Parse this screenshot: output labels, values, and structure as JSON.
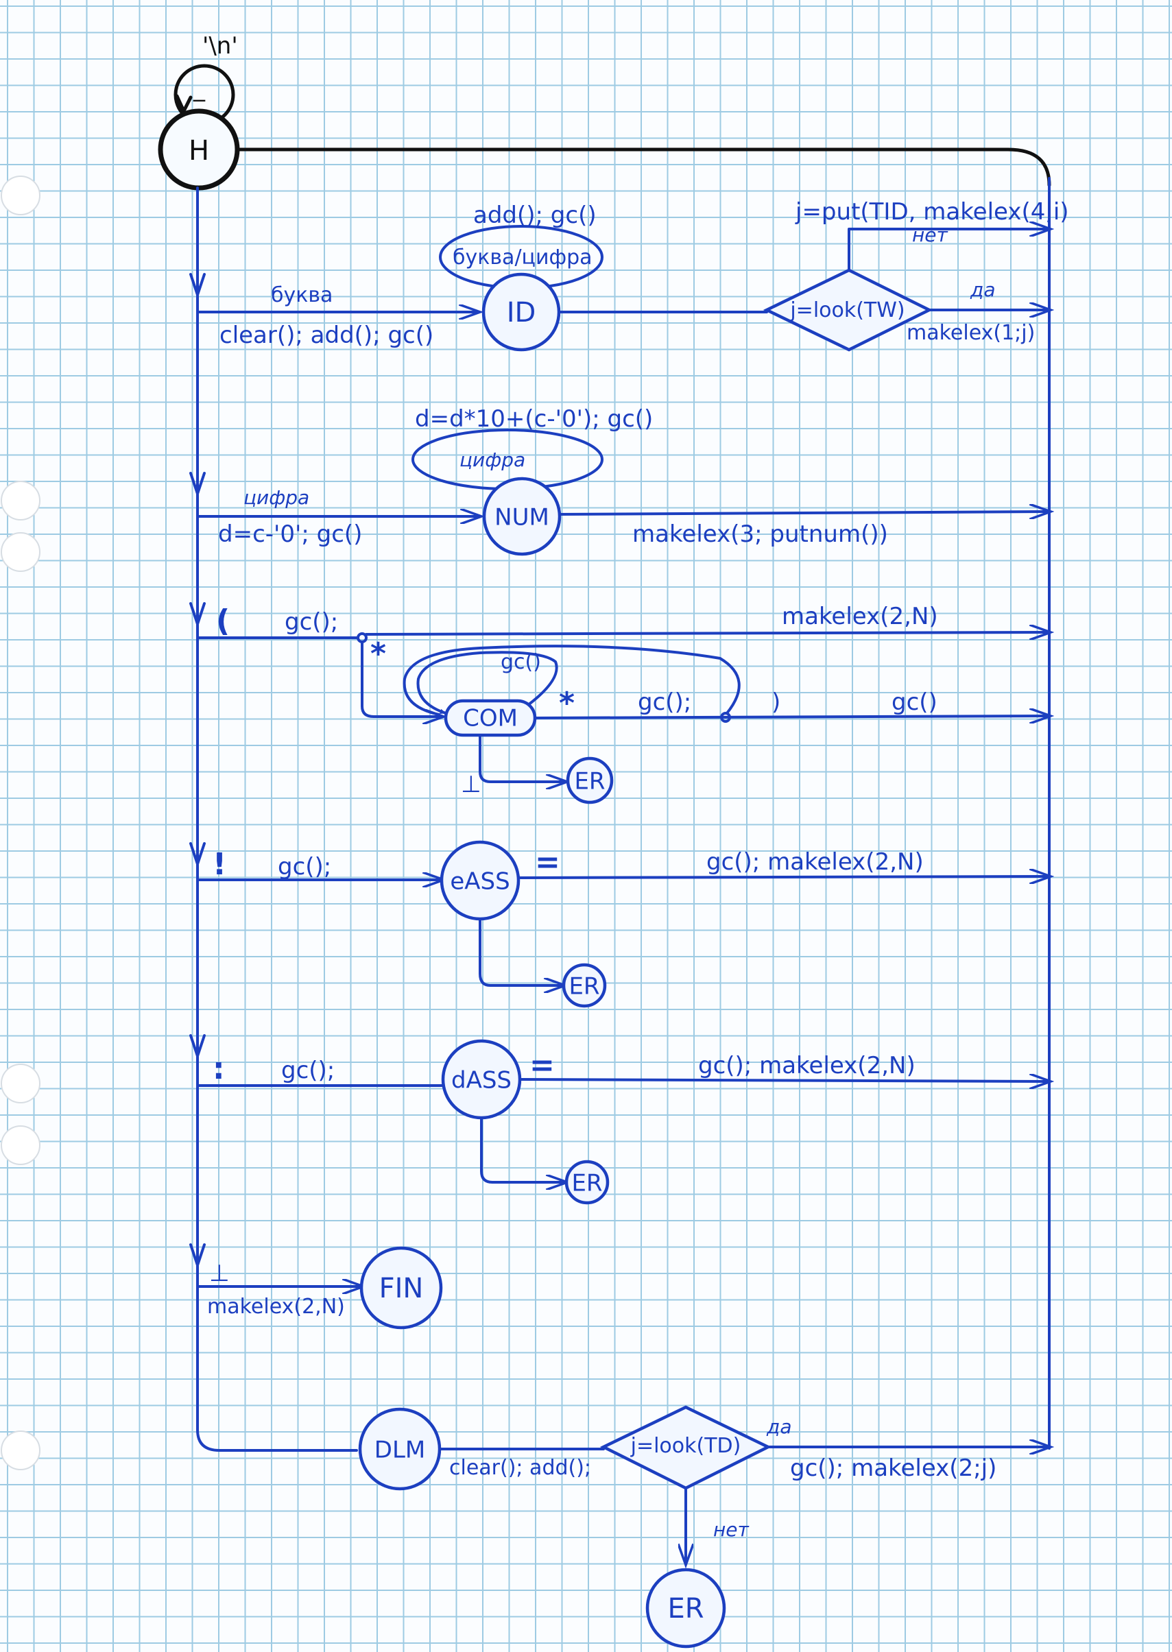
{
  "nodes": {
    "H": "H",
    "ID": "ID",
    "NUM": "NUM",
    "COM": "COM",
    "eASS": "eASS",
    "dASS": "dASS",
    "FIN": "FIN",
    "DLM": "DLM",
    "ER": "ER"
  },
  "decisions": {
    "tw": "j=look(TW)",
    "td": "j=look(TD)"
  },
  "labels": {
    "newline": "'\\n'",
    "space": "_",
    "bukva": "буква",
    "id_entry": "clear(); add(); gc()",
    "id_loop_action": "add(); gc()",
    "id_loop_cond": "буква/цифра",
    "tw_no_action": "j=put(TID, makelex(4;i)",
    "no": "нет",
    "yes": "да",
    "tw_yes_action": "makelex(1;j)",
    "num_loop_action": "d=d*10+(c-'0'); gc()",
    "cifra": "цифра",
    "num_entry": "d=c-'0'; gc()",
    "num_exit": "makelex(3; putnum())",
    "paren_open": "(",
    "gc_semi": "gc();",
    "makelex_2N": "makelex(2,N)",
    "star": "*",
    "com_loop": "gc()",
    "paren_close": ")",
    "gc": "gc()",
    "bottom": "⊥",
    "excl": "!",
    "eq": "=",
    "gc_makelex_2N": "gc(); makelex(2,N)",
    "colon": ":",
    "fin_label": "makelex(2,N)",
    "dlm_action": "clear(); add();",
    "td_yes_action": "gc(); makelex(2;j)",
    "td_no": "нет"
  }
}
